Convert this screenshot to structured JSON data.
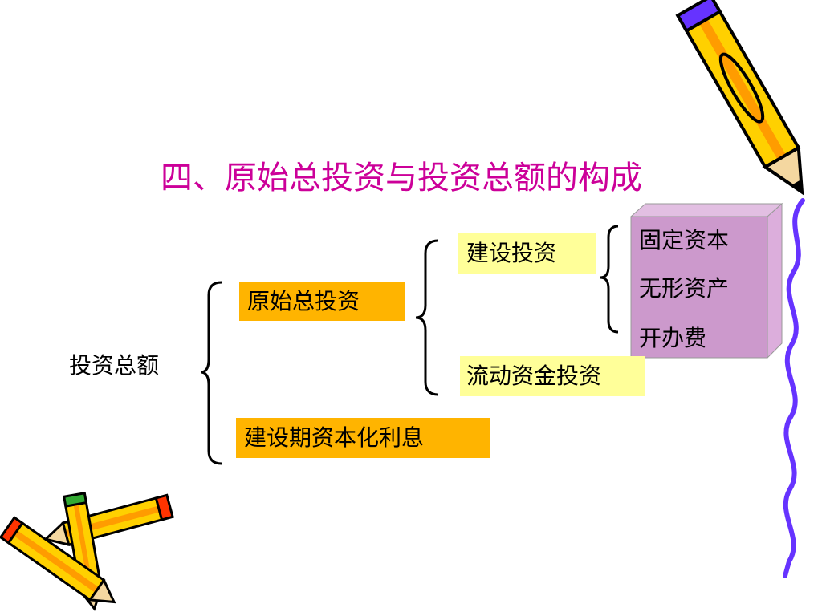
{
  "title": "四、原始总投资与投资总额的构成",
  "root": "投资总额",
  "level1": {
    "original_total": "原始总投资",
    "capitalized_interest": "建设期资本化利息"
  },
  "level2": {
    "construction": "建设投资",
    "working_capital": "流动资金投资"
  },
  "level3": {
    "fixed_capital": "固定资本",
    "intangible": "无形资产",
    "startup": "开办费"
  },
  "colors": {
    "title": "#cc0099",
    "orange_box": "#ffb400",
    "yellow_box": "#ffff99",
    "cube_face": "#cc99cc",
    "cube_top": "#e2bfe2",
    "cube_side": "#dcaedc",
    "wavy_line": "#6633ff"
  }
}
